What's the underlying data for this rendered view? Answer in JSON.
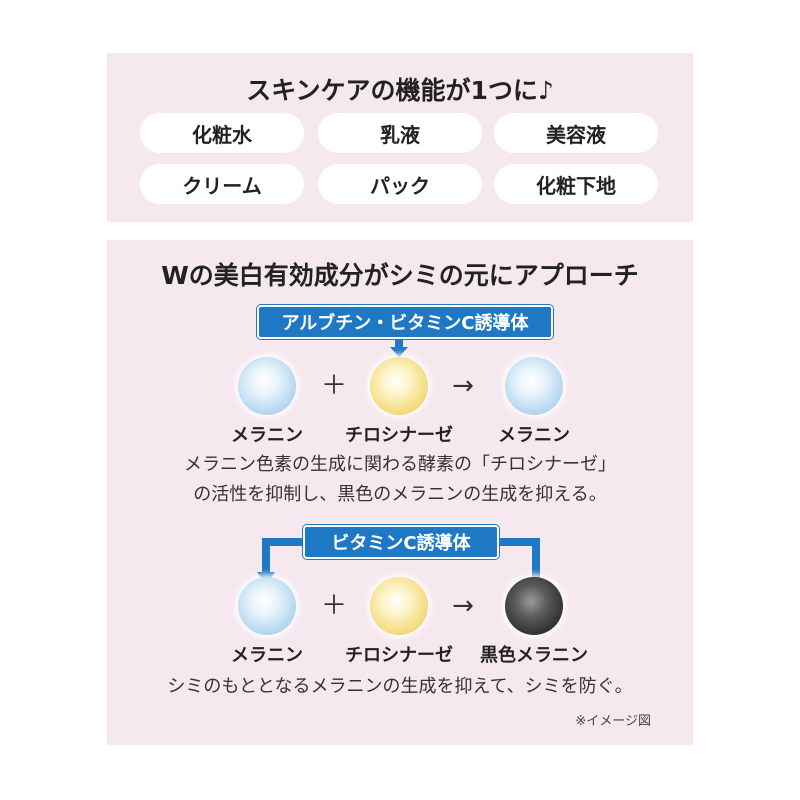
{
  "top": {
    "title": "スキンケアの機能が1つに♪",
    "functions": [
      "化粧水",
      "乳液",
      "美容液",
      "クリーム",
      "パック",
      "化粧下地"
    ]
  },
  "bottom": {
    "title": "Wの美白有効成分がシミの元にアプローチ",
    "section1": {
      "badge": "アルブチン・ビタミンC誘導体",
      "plus": "＋",
      "arrow": "→",
      "labels": [
        "メラニン",
        "チロシナーゼ",
        "メラニン"
      ],
      "desc_line1": "メラニン色素の生成に関わる酵素の「チロシナーゼ」",
      "desc_line2": "の活性を抑制し、黒色のメラニンの生成を抑える。"
    },
    "section2": {
      "badge": "ビタミンC誘導体",
      "plus": "＋",
      "arrow": "→",
      "labels": [
        "メラニン",
        "チロシナーゼ",
        "黒色メラニン"
      ],
      "desc": "シミのもととなるメラニンの生成を抑えて、シミを防ぐ。"
    },
    "note": "※イメージ図"
  },
  "colors": {
    "panel_bg": "#f6e8ef",
    "badge_blue": "#1f78c3"
  }
}
